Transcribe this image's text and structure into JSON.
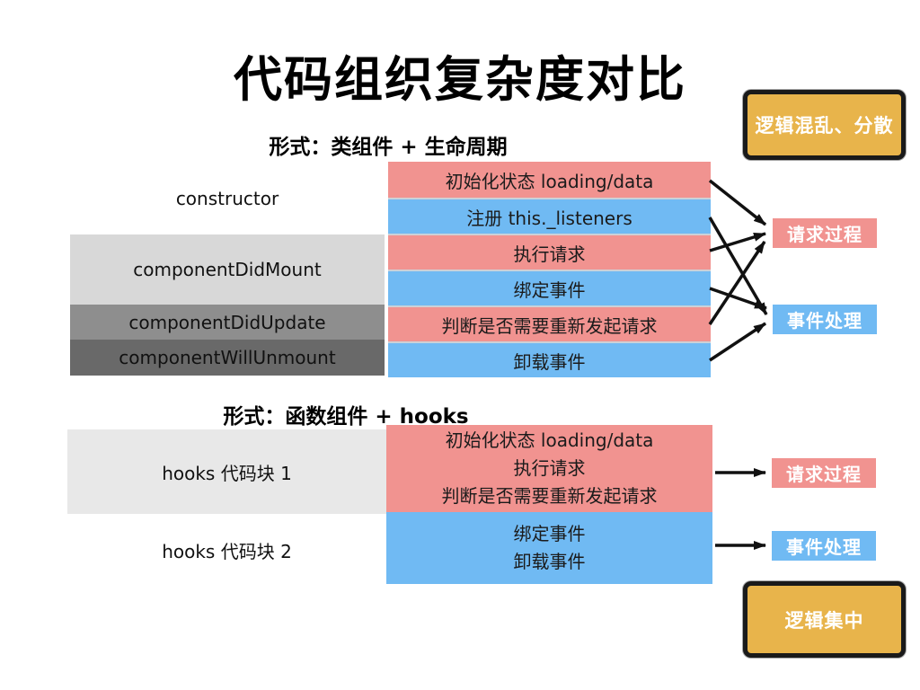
{
  "title": "代码组织复杂度对比",
  "colors": {
    "pink": "#F19390",
    "blue": "#70BAF3",
    "yellow": "#E8B44B",
    "border": "#1A1A1A",
    "light_gray": "#D8D8D8",
    "mid_gray": "#8E8E8E",
    "dark_gray": "#696969",
    "hooks_gray": "#E8E8E8",
    "arrow": "#111111"
  },
  "class_section": {
    "heading": "形式：类组件 + 生命周期",
    "lifecycle_labels": [
      {
        "label": "constructor",
        "style": "plain"
      },
      {
        "label": "componentDidMount",
        "style": "light-gray"
      },
      {
        "label": "componentDidUpdate",
        "style": "mid-gray"
      },
      {
        "label": "componentWillUnmount",
        "style": "dark-gray"
      }
    ],
    "rows": [
      {
        "text": "初始化状态 loading/data",
        "color": "pink",
        "target": "请求过程"
      },
      {
        "text": "注册 this._listeners",
        "color": "blue",
        "target": "事件处理"
      },
      {
        "text": "执行请求",
        "color": "pink",
        "target": "请求过程"
      },
      {
        "text": "绑定事件",
        "color": "blue",
        "target": "事件处理"
      },
      {
        "text": "判断是否需要重新发起请求",
        "color": "pink",
        "target": "请求过程"
      },
      {
        "text": "卸载事件",
        "color": "blue",
        "target": "事件处理"
      }
    ],
    "annotation": "逻辑混乱、分散"
  },
  "hooks_section": {
    "heading": "形式：函数组件 + hooks",
    "blocks": [
      {
        "label": "hooks 代码块 1",
        "style": "gray"
      },
      {
        "label": "hooks 代码块 2",
        "style": "plain"
      }
    ],
    "groups": [
      {
        "color": "pink",
        "target": "请求过程",
        "lines": [
          "初始化状态 loading/data",
          "执行请求",
          "判断是否需要重新发起请求"
        ]
      },
      {
        "color": "blue",
        "target": "事件处理",
        "lines": [
          "绑定事件",
          "卸载事件"
        ]
      }
    ],
    "annotation": "逻辑集中"
  },
  "legend": {
    "request": "请求过程",
    "event": "事件处理"
  }
}
